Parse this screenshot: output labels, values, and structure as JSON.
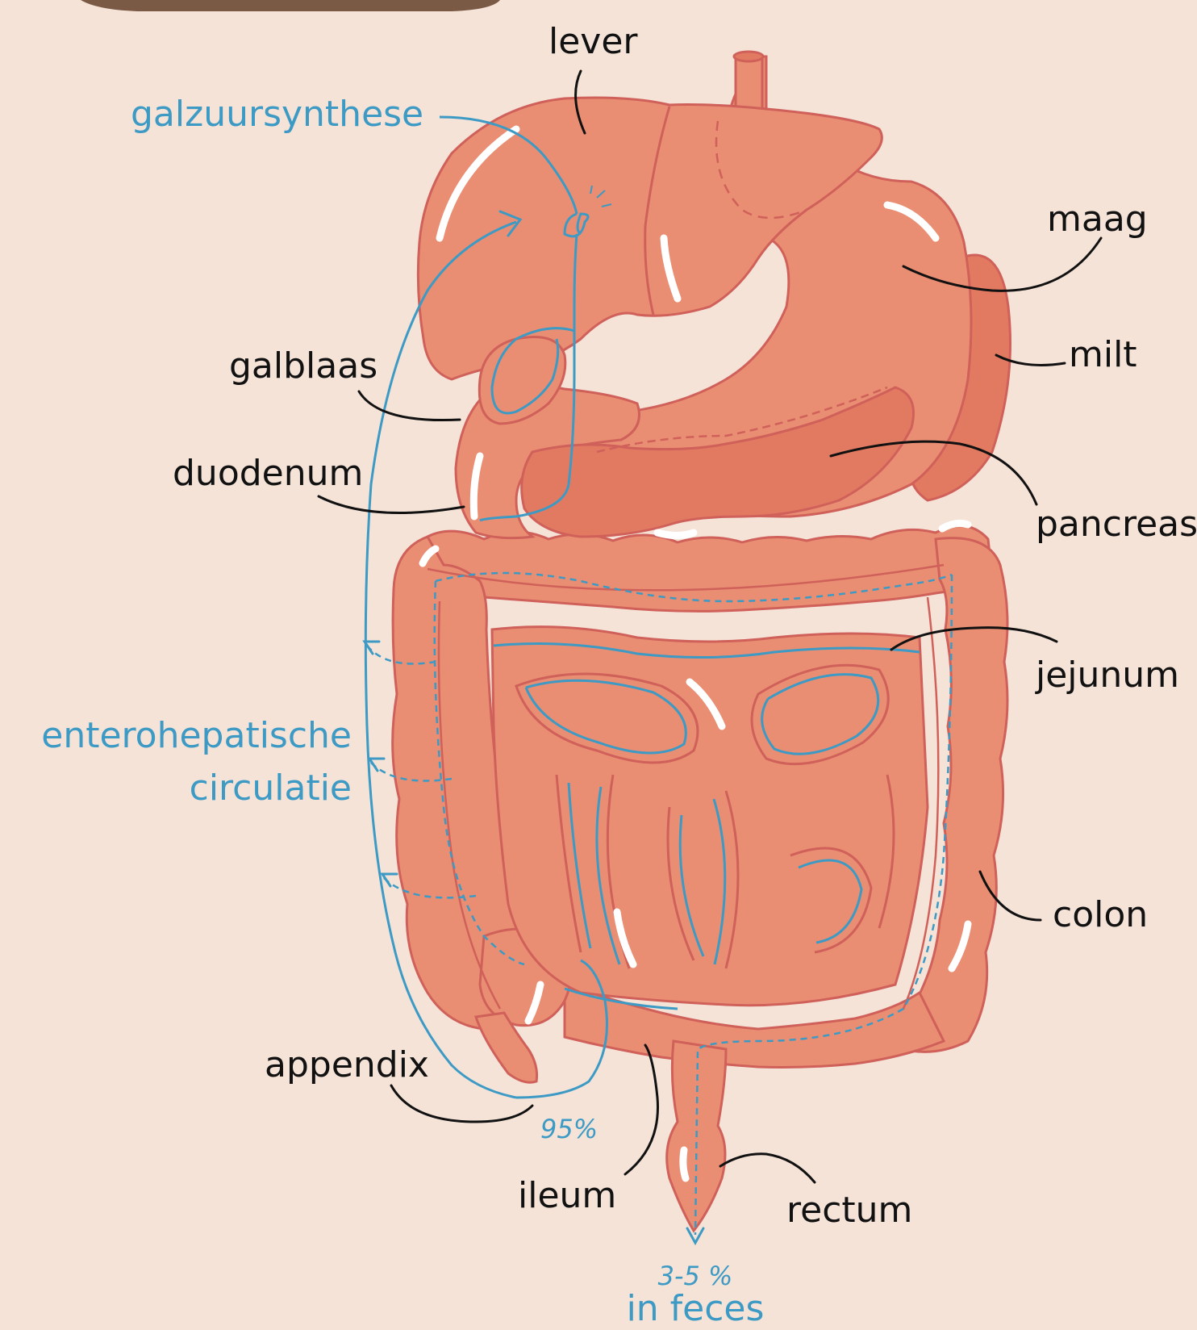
{
  "labels": {
    "lever": "lever",
    "galzuursynthese": "galzuursynthese",
    "maag": "maag",
    "milt": "milt",
    "galblaas": "galblaas",
    "duodenum": "duodenum",
    "pancreas": "pancreas",
    "jejunum": "jejunum",
    "enterohepatische": "enterohepatische",
    "circulatie": "circulatie",
    "colon": "colon",
    "appendix": "appendix",
    "ileum": "ileum",
    "rectum": "rectum",
    "pct_95": "95%",
    "pct_feces": "3-5 %",
    "in_feces": "in feces"
  },
  "colors": {
    "background": "#f5e3d8",
    "organ_fill": "#e98e72",
    "organ_stroke": "#d0605a",
    "flow_blue": "#3c9ac4",
    "leader_black": "#111111",
    "tab_brown": "#7a5a45"
  }
}
